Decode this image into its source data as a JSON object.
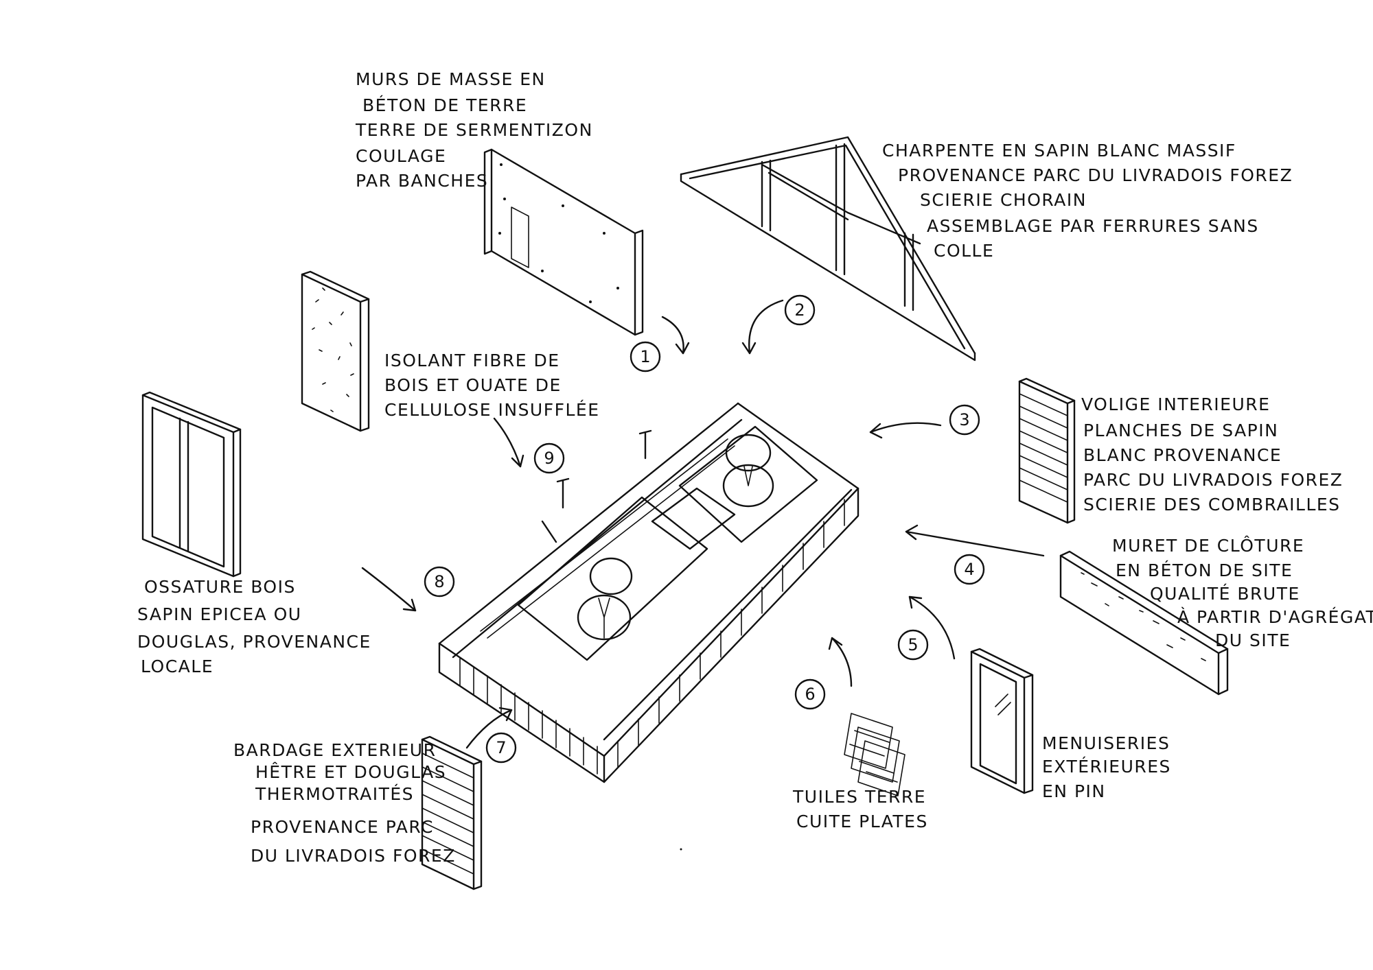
{
  "colors": {
    "ink": "#111111",
    "paper": "#ffffff"
  },
  "callouts": [
    {
      "number": "1",
      "lines": [
        "MURS DE MASSE EN",
        "BÉTON DE TERRE",
        "TERRE DE SERMENTIZON",
        "COULAGE",
        "PAR BANCHES"
      ]
    },
    {
      "number": "2",
      "lines": [
        "CHARPENTE EN SAPIN BLANC MASSIF",
        "PROVENANCE PARC DU LIVRADOIS FOREZ",
        "SCIERIE CHORAIN",
        "ASSEMBLAGE PAR FERRURES SANS",
        "COLLE"
      ]
    },
    {
      "number": "3",
      "lines": [
        "VOLIGE INTERIEURE",
        "PLANCHES DE SAPIN",
        "BLANC PROVENANCE",
        "PARC DU LIVRADOIS FOREZ",
        "SCIERIE DES COMBRAILLES"
      ]
    },
    {
      "number": "4",
      "lines": [
        "MURET DE CLÔTURE",
        "EN BÉTON DE SITE",
        "QUALITÉ BRUTE",
        "À PARTIR D'AGRÉGATS",
        "DU SITE"
      ]
    },
    {
      "number": "5",
      "lines": [
        "MENUISERIES",
        "EXTÉRIEURES",
        "EN PIN"
      ]
    },
    {
      "number": "6",
      "lines": [
        "TUILES TERRE",
        "CUITE PLATES"
      ]
    },
    {
      "number": "7",
      "lines": [
        "BARDAGE EXTERIEUR",
        "HÊTRE ET DOUGLAS",
        "THERMOTRAITÉS",
        "PROVENANCE PARC",
        "DU LIVRADOIS FOREZ"
      ]
    },
    {
      "number": "8",
      "lines": [
        "OSSATURE BOIS",
        "SAPIN EPICEA OU",
        "DOUGLAS, PROVENANCE",
        "LOCALE"
      ]
    },
    {
      "number": "9",
      "lines": [
        "ISOLANT FIBRE DE",
        "BOIS ET OUATE DE",
        "CELLULOSE INSUFFLÉE"
      ]
    }
  ]
}
